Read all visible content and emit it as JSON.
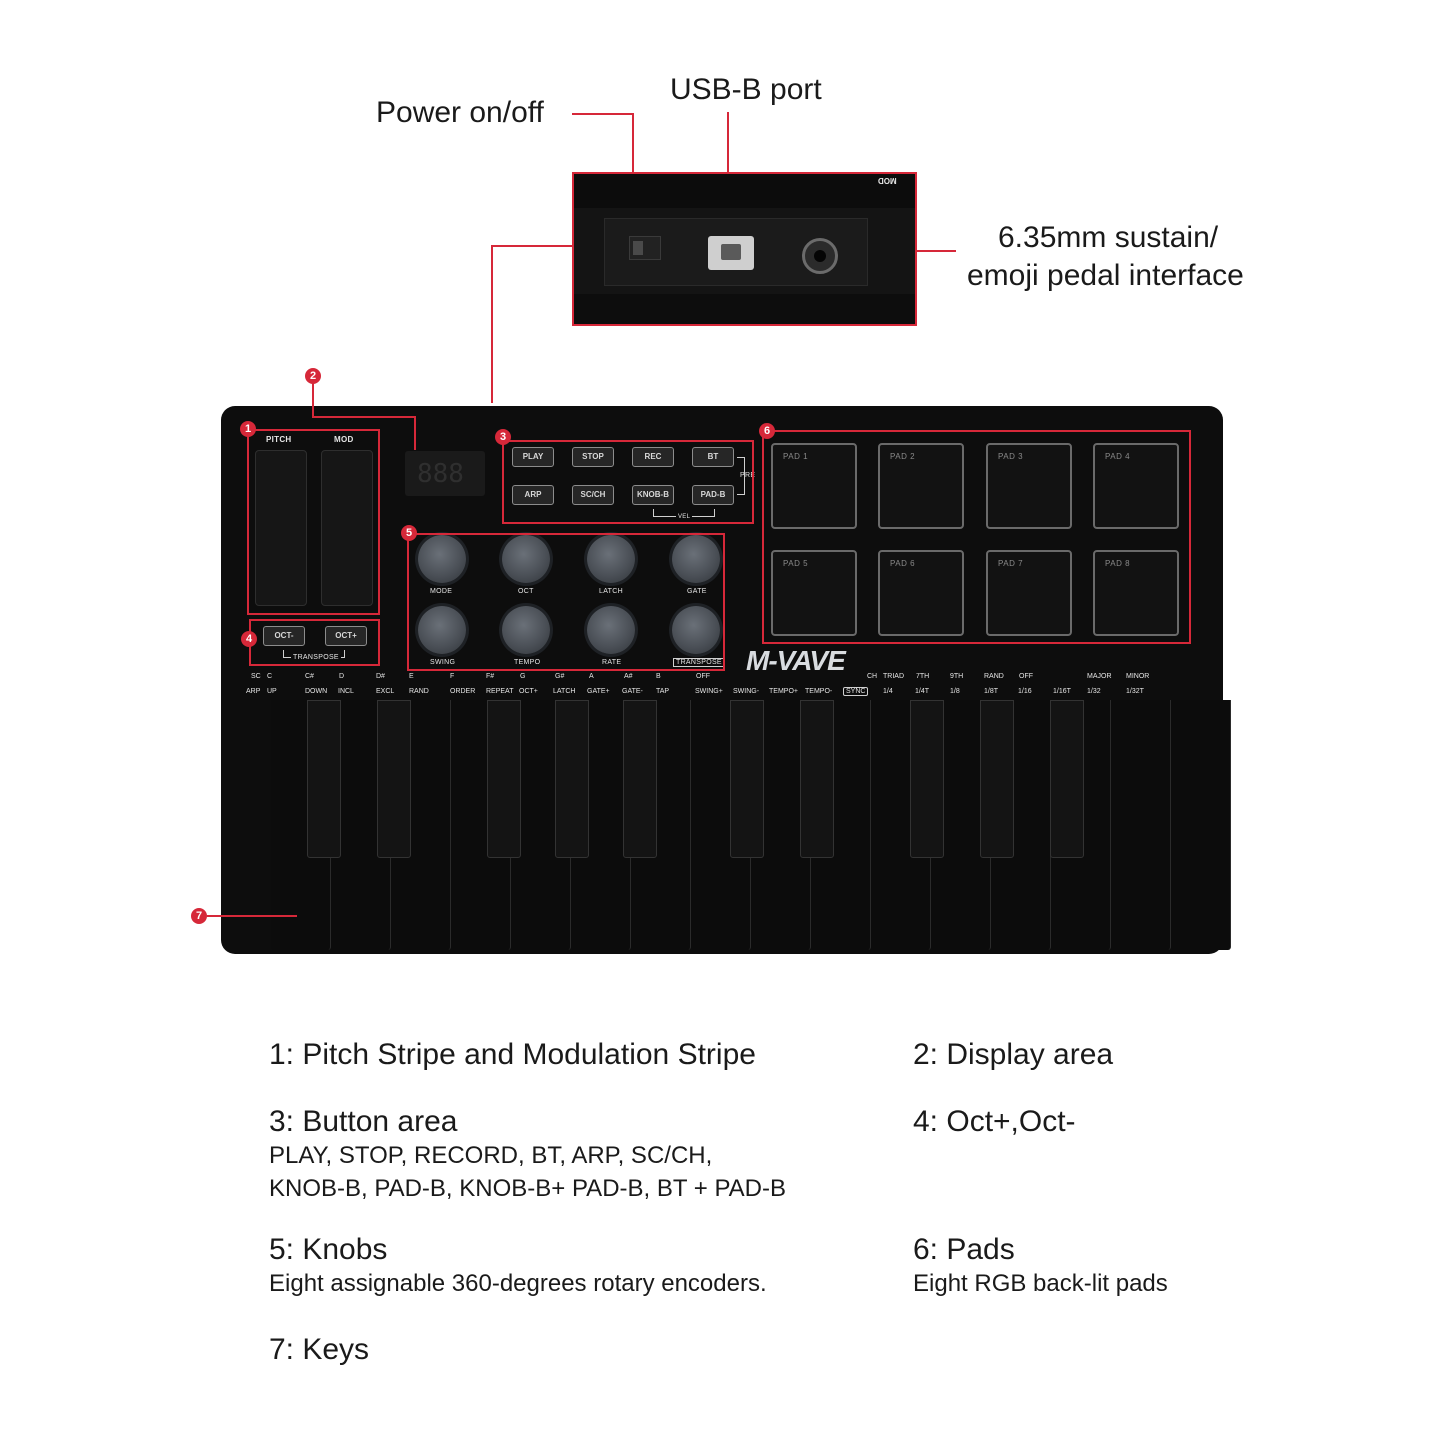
{
  "callouts": {
    "power": "Power on/off",
    "usb": "USB-B port",
    "sustain_line1": "6.35mm sustain/",
    "sustain_line2": "emoji pedal interface"
  },
  "inset": {
    "mod_label": "MOD"
  },
  "badges": [
    "1",
    "2",
    "3",
    "4",
    "5",
    "6",
    "7"
  ],
  "device": {
    "logo": "M-VAVE",
    "strip_labels": [
      "PITCH",
      "MOD"
    ],
    "display_text": "888",
    "buttons_row1": [
      "PLAY",
      "STOP",
      "REC",
      "BT"
    ],
    "buttons_row2": [
      "ARP",
      "SC/CH",
      "KNOB-B",
      "PAD-B"
    ],
    "pre_label": "PRE",
    "vel_label": "VEL",
    "octave_buttons": [
      "OCT-",
      "OCT+"
    ],
    "transpose_label": "TRANSPOSE",
    "knobs_row1": [
      "MODE",
      "OCT",
      "LATCH",
      "GATE"
    ],
    "knobs_row2": [
      "SWING",
      "TEMPO",
      "RATE",
      "TRANSPOSE"
    ],
    "pads": [
      "PAD 1",
      "PAD 2",
      "PAD 3",
      "PAD 4",
      "PAD 5",
      "PAD 6",
      "PAD 7",
      "PAD 8"
    ],
    "key_labels_top": [
      "SC",
      "C",
      "C#",
      "D",
      "D#",
      "E",
      "F",
      "F#",
      "G",
      "G#",
      "A",
      "A#",
      "B",
      "OFF",
      "CH",
      "TRIAD",
      "7TH",
      "9TH",
      "RAND",
      "OFF",
      "MAJOR",
      "MINOR"
    ],
    "key_labels_bottom": [
      "ARP",
      "UP",
      "DOWN",
      "INCL",
      "EXCL",
      "RAND",
      "ORDER",
      "REPEAT",
      "OCT+",
      "LATCH",
      "GATE+",
      "GATE-",
      "TAP",
      "SWING+",
      "SWING-",
      "TEMPO+",
      "TEMPO-",
      "SYNC",
      "1/4",
      "1/4T",
      "1/8",
      "1/8T",
      "1/16",
      "1/16T",
      "1/32",
      "1/32T"
    ]
  },
  "descriptions": [
    {
      "title": "1: Pitch Stripe and Modulation Stripe",
      "lines": []
    },
    {
      "title": "2: Display area",
      "lines": []
    },
    {
      "title": "3: Button area",
      "lines": [
        "PLAY, STOP, RECORD, BT, ARP, SC/CH,",
        "KNOB-B, PAD-B, KNOB-B+ PAD-B, BT + PAD-B"
      ]
    },
    {
      "title": "4: Oct+,Oct-",
      "lines": []
    },
    {
      "title": "5: Knobs",
      "lines": [
        "Eight assignable 360-degrees rotary encoders."
      ]
    },
    {
      "title": "6: Pads",
      "lines": [
        "Eight RGB back-lit pads"
      ]
    },
    {
      "title": "7: Keys",
      "lines": []
    }
  ]
}
